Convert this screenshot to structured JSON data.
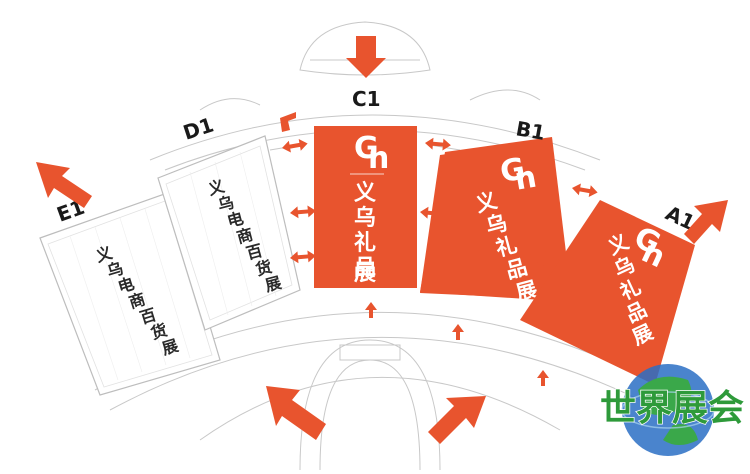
{
  "halls": [
    {
      "id": "E1",
      "label": "E1",
      "name": [
        "义",
        "乌",
        "电",
        "商",
        "百",
        "货",
        "展"
      ],
      "highlighted": false
    },
    {
      "id": "D1",
      "label": "D1",
      "name": [
        "义",
        "乌",
        "电",
        "商",
        "百",
        "货",
        "展"
      ],
      "highlighted": false
    },
    {
      "id": "C1",
      "label": "C1",
      "name": [
        "义",
        "乌",
        "礼",
        "品",
        "展"
      ],
      "highlighted": true
    },
    {
      "id": "B1",
      "label": "B1",
      "name": [
        "义",
        "乌",
        "礼",
        "品",
        "展"
      ],
      "highlighted": true
    },
    {
      "id": "A1",
      "label": "A1",
      "name": [
        "义",
        "乌",
        "礼",
        "品",
        "展"
      ],
      "highlighted": true
    }
  ],
  "watermark": {
    "text": "世界展会"
  },
  "colors": {
    "accent": "#e8542e",
    "outline": "#bdbdbd",
    "watermark_green": "#2e9a3a",
    "watermark_blue": "#2a6fc4"
  },
  "icons": [
    "entrance-arrow-icon",
    "connector-arrow-icon",
    "globe-icon",
    "expo-logo-icon"
  ]
}
